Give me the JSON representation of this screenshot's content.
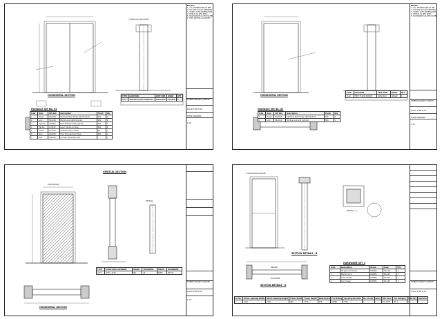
{
  "sheets": {
    "s1": {
      "plan_title": "HORIZONTAL SECTION",
      "section_title": "VERTICAL SECTION",
      "schedule_title": "Hardware Set No. 01",
      "schedule_headers": [
        "S.No",
        "Item",
        "Mfr Ref.",
        "Description",
        "Finish",
        "Qty"
      ],
      "schedule_rows": [
        [
          "1",
          "Hinge",
          "HG4040",
          "Stainless Steel Hinge 100x75x3mm",
          "SSS",
          "4"
        ],
        [
          "2",
          "Lock",
          "ML2244",
          "Mortice Lock with Cylinder",
          "SSS",
          "1"
        ],
        [
          "3",
          "Cylinder",
          "CY6060",
          "Euro Profile Double Cylinder",
          "SSS",
          "1"
        ],
        [
          "4",
          "Handle",
          "LH1010",
          "Lever Handle on Rose",
          "SSS",
          "2"
        ],
        [
          "5",
          "Closer",
          "DC7070",
          "Overhead Door Closer",
          "SIL",
          "1"
        ],
        [
          "6",
          "Stop",
          "DS3030",
          "Floor Mounted Door Stop",
          "SSS",
          "1"
        ],
        [
          "7",
          "Seal",
          "AS5050",
          "Acoustic Perimeter Seal",
          "-",
          "1"
        ]
      ],
      "loc_headers": [
        "TYPE",
        "LOCATION",
        "LEAF SIZE",
        "DOOR",
        "QTY"
      ],
      "loc_rows": [
        [
          "D-01",
          "GROUND FLOOR CORRIDOR",
          "1200x2400",
          "DOUBLE",
          "2"
        ]
      ],
      "tb_company": "TIMBER PROJECT JOINERY",
      "tb_title": "DOOR TYPE D-01",
      "tb_subtitle": "SHOP DRAWING",
      "scale": "1:20",
      "notes_title": "NOTES:",
      "notes": [
        "1. ALL DIMENSIONS IN MM",
        "2. DO NOT SCALE DRAWING",
        "3. VERIFY SITE DIMENSIONS",
        "4. FINISH AS PER SPEC",
        "5. HARDWARE AS PER SCHEDULE",
        "6. FIRE RATING AS NOTED"
      ]
    },
    "s2": {
      "plan_title": "HORIZONTAL SECTION",
      "schedule_title": "Hardware Set No. 02",
      "schedule_headers": [
        "S.No",
        "Item",
        "Mfr Ref.",
        "Description",
        "Finish",
        "Qty"
      ],
      "schedule_rows": [
        [
          "1",
          "Hinge",
          "HG4040",
          "Stainless Steel Hinge 100x75x3mm",
          "SSS",
          "3"
        ],
        [
          "2",
          "Lock",
          "ML2244",
          "Mortice Lock with Cylinder",
          "SSS",
          "1"
        ]
      ],
      "loc_headers": [
        "TYPE",
        "LOCATION",
        "LEAF SIZE",
        "DOOR",
        "QTY"
      ],
      "loc_rows": [
        [
          "D-02",
          "FIRST FLOOR ROOMS",
          "900x2400",
          "SINGLE",
          "6"
        ]
      ],
      "tb_company": "TIMBER PROJECT JOINERY",
      "tb_title": "DOOR TYPE D-02",
      "tb_subtitle": "SHOP DRAWING",
      "scale": "1:20",
      "notes_title": "NOTES:",
      "notes": [
        "1. ALL DIMENSIONS IN MM",
        "2. DO NOT SCALE DRAWING",
        "3. VERIFY SITE DIMENSIONS",
        "4. FINISH AS PER SPEC",
        "5. HARDWARE AS PER SCHEDULE"
      ]
    },
    "s3": {
      "elev_title": "ELEVATION",
      "section_title": "VERTICAL SECTION",
      "detail_title": "DETAIL",
      "plan_title": "HORIZONTAL SECTION",
      "sched_headers": [
        "TYPE",
        "STRUCTURAL OPENING",
        "FRAME",
        "THICKNESS",
        "FINISH",
        "HARDWARE"
      ],
      "sched_rows": [
        [
          "D-03",
          "1000 x 2150",
          "HW",
          "45",
          "PAINT",
          "SET 03"
        ]
      ],
      "tb_company": "TIMBER PROJECT JOINERY",
      "tb_title": "DOOR TYPE D-03",
      "scale": "1:10"
    },
    "s4": {
      "elev_title": "ELEVATION FRAME",
      "section_title": "SECTION DETAILS - B",
      "section2_title": "SECTION DETAILS - A",
      "detail_title": "DETAIL - 1",
      "inside_label": "INSIDE",
      "outside_label": "OUTSIDE",
      "hw_title": "HARDWARE SET 1",
      "hw_headers": [
        "S.No",
        "Description",
        "Brand",
        "Code",
        "Qty"
      ],
      "hw_rows": [
        [
          "1",
          "Hinges 4\"x3\"x3mm",
          "DORMA",
          "HG-100",
          "4"
        ],
        [
          "2",
          "Mortice Lock",
          "DORMA",
          "ML-200",
          "1"
        ],
        [
          "3",
          "Lever Handle",
          "DORMA",
          "LH-300",
          "1"
        ],
        [
          "4",
          "Door Closer",
          "DORMA",
          "DC-400",
          "1"
        ]
      ],
      "bottom_headers": [
        "Sr. No.",
        "Struct. Opening Width",
        "Struct. Opening Height",
        "Frame Width",
        "Frame Height",
        "Jamb Depth",
        "Fire Rating",
        "Opening Direction",
        "No. of Leaf",
        "Glass",
        "RAL Color",
        "Iron Mongery",
        "Total Qty",
        "Remarks"
      ],
      "bottom_rows": [
        [
          "1",
          "1000",
          "2200",
          "960",
          "2150",
          "150",
          "60MIN",
          "LHR",
          "1",
          "-",
          "RAL 9005",
          "SET 1",
          "2",
          "-"
        ]
      ],
      "tb_company": "TIMBER PROJECT JOINERY",
      "tb_title": "DOOR TYPE D-04"
    }
  }
}
